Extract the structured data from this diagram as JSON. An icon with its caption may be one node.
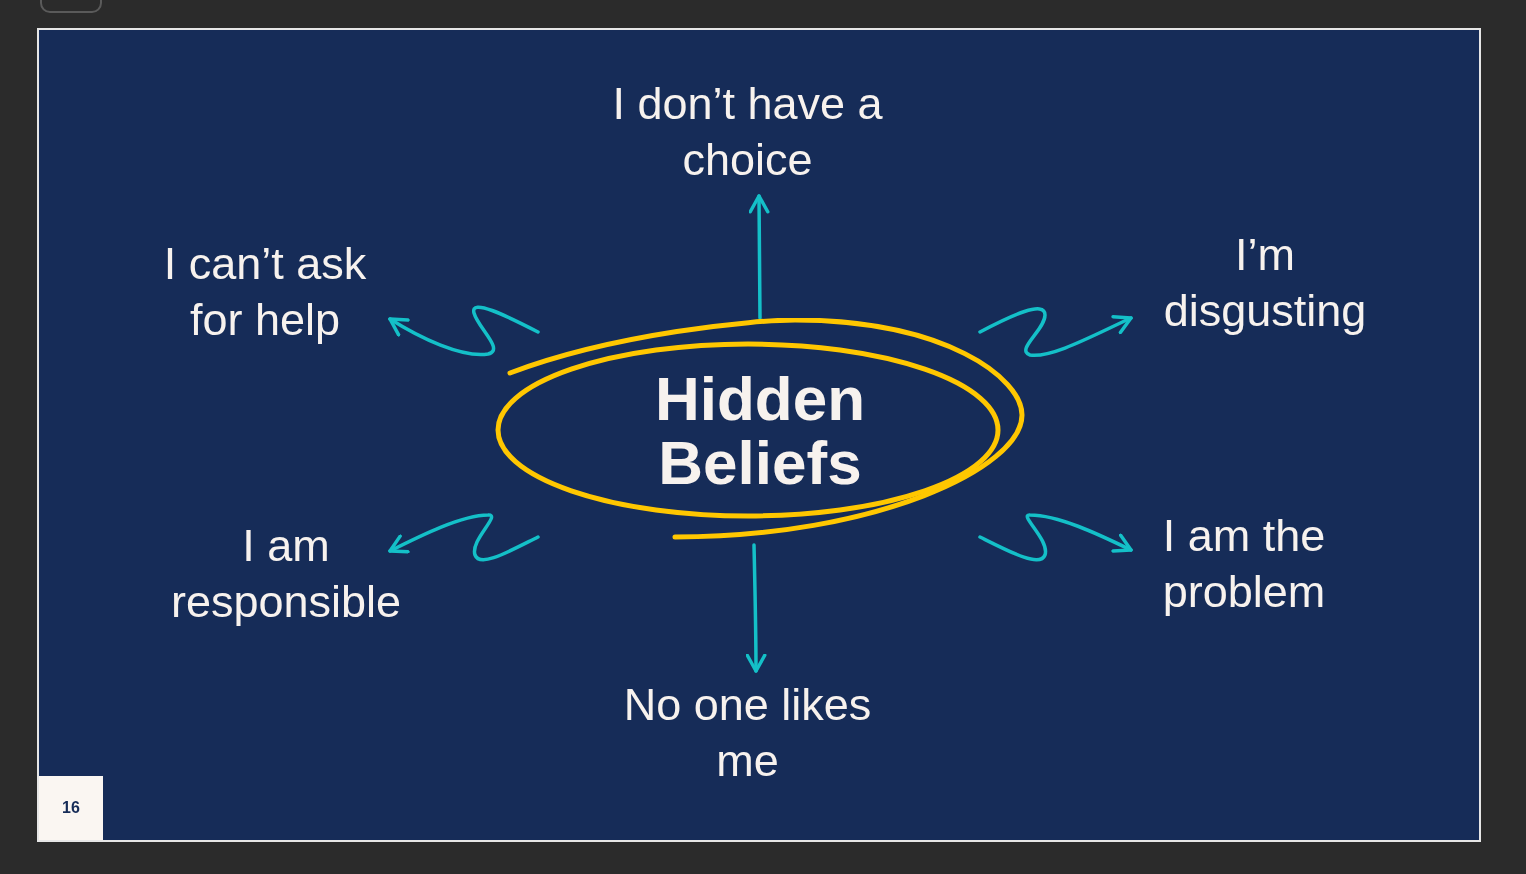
{
  "diagram": {
    "nodes": [
      {
        "text": [
          "Hidden Beliefs"
        ]
      },
      {
        "text": [
          "I don’t have a choice"
        ]
      },
      {
        "text": [
          "I can’t ask for help"
        ]
      },
      {
        "text": [
          "I’m disgusting"
        ]
      },
      {
        "text": [
          "I am responsible"
        ]
      },
      {
        "text": [
          "I am the problem"
        ]
      },
      {
        "text": [
          "No one likes me"
        ]
      }
    ],
    "edges": [
      {
        "from": 0,
        "to": 1,
        "arrow": "to"
      },
      {
        "from": 0,
        "to": 2,
        "arrow": "to"
      },
      {
        "from": 0,
        "to": 3,
        "arrow": "to"
      },
      {
        "from": 0,
        "to": 4,
        "arrow": "to"
      },
      {
        "from": 0,
        "to": 5,
        "arrow": "to"
      },
      {
        "from": 0,
        "to": 6,
        "arrow": "to"
      }
    ],
    "labels": [
      "16"
    ]
  }
}
